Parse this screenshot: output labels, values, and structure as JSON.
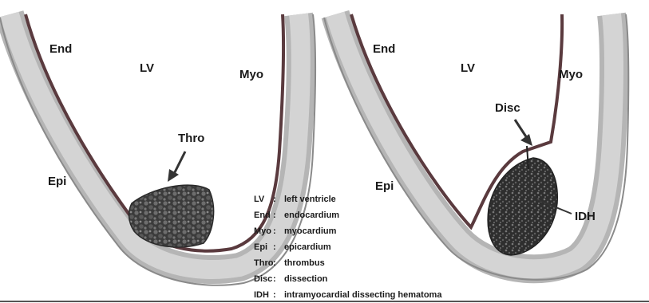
{
  "left_panel": {
    "labels": {
      "end": "End",
      "lv": "LV",
      "myo": "Myo",
      "thro": "Thro",
      "epi": "Epi"
    }
  },
  "right_panel": {
    "labels": {
      "end": "End",
      "lv": "LV",
      "myo": "Myo",
      "disc": "Disc",
      "epi": "Epi",
      "idh": "IDH"
    }
  },
  "legend": [
    {
      "abbr": "LV",
      "sep": " : ",
      "desc": "left ventricle"
    },
    {
      "abbr": "End",
      "sep": " : ",
      "desc": "endocardium"
    },
    {
      "abbr": "Myo",
      "sep": " : ",
      "desc": "myocardium"
    },
    {
      "abbr": "Epi",
      "sep": " : ",
      "desc": "epicardium"
    },
    {
      "abbr": "Thro",
      "sep": " : ",
      "desc": "thrombus"
    },
    {
      "abbr": "Disc",
      "sep": " : ",
      "desc": "dissection"
    },
    {
      "abbr": "IDH",
      "sep": " : ",
      "desc": "intramyocardial dissecting hematoma"
    }
  ],
  "colors": {
    "wall": "#c8c8c8",
    "wall_line": "#6b6b6b",
    "endocardium": "#5a3a3e",
    "mass": "#3a3a3a"
  }
}
